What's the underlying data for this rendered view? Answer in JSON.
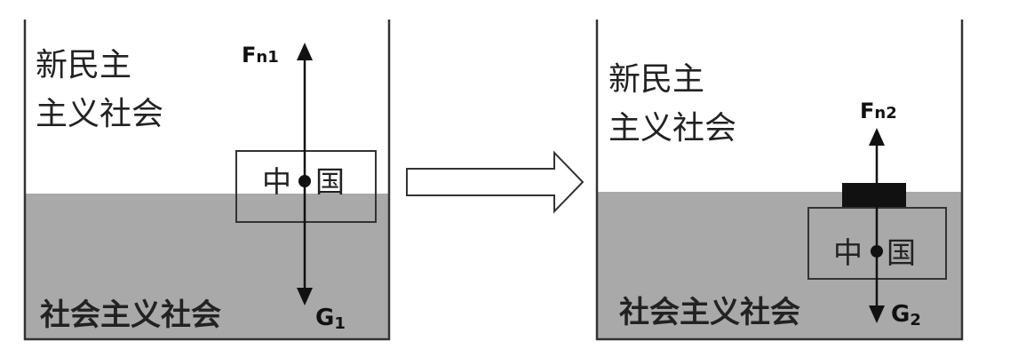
{
  "colors": {
    "water": "#a9a9a9",
    "outline": "#333333",
    "weight": "#111111",
    "arrow": "#111111"
  },
  "left_panel": {
    "top_text_line1": "新民主",
    "top_text_line2": "主义社会",
    "water_text": "社会主义社会",
    "block_char1": "中",
    "block_char2": "国",
    "force_up_main": "F",
    "force_up_sub": "n1",
    "force_down_main": "G",
    "force_down_sub": "1"
  },
  "right_panel": {
    "top_text_line1": "新民主",
    "top_text_line2": "主义社会",
    "water_text": "社会主义社会",
    "block_char1": "中",
    "block_char2": "国",
    "force_up_main": "F",
    "force_up_sub": "n2",
    "force_down_main": "G",
    "force_down_sub": "2"
  },
  "transition_arrow_icon": "hollow-right-arrow-icon"
}
